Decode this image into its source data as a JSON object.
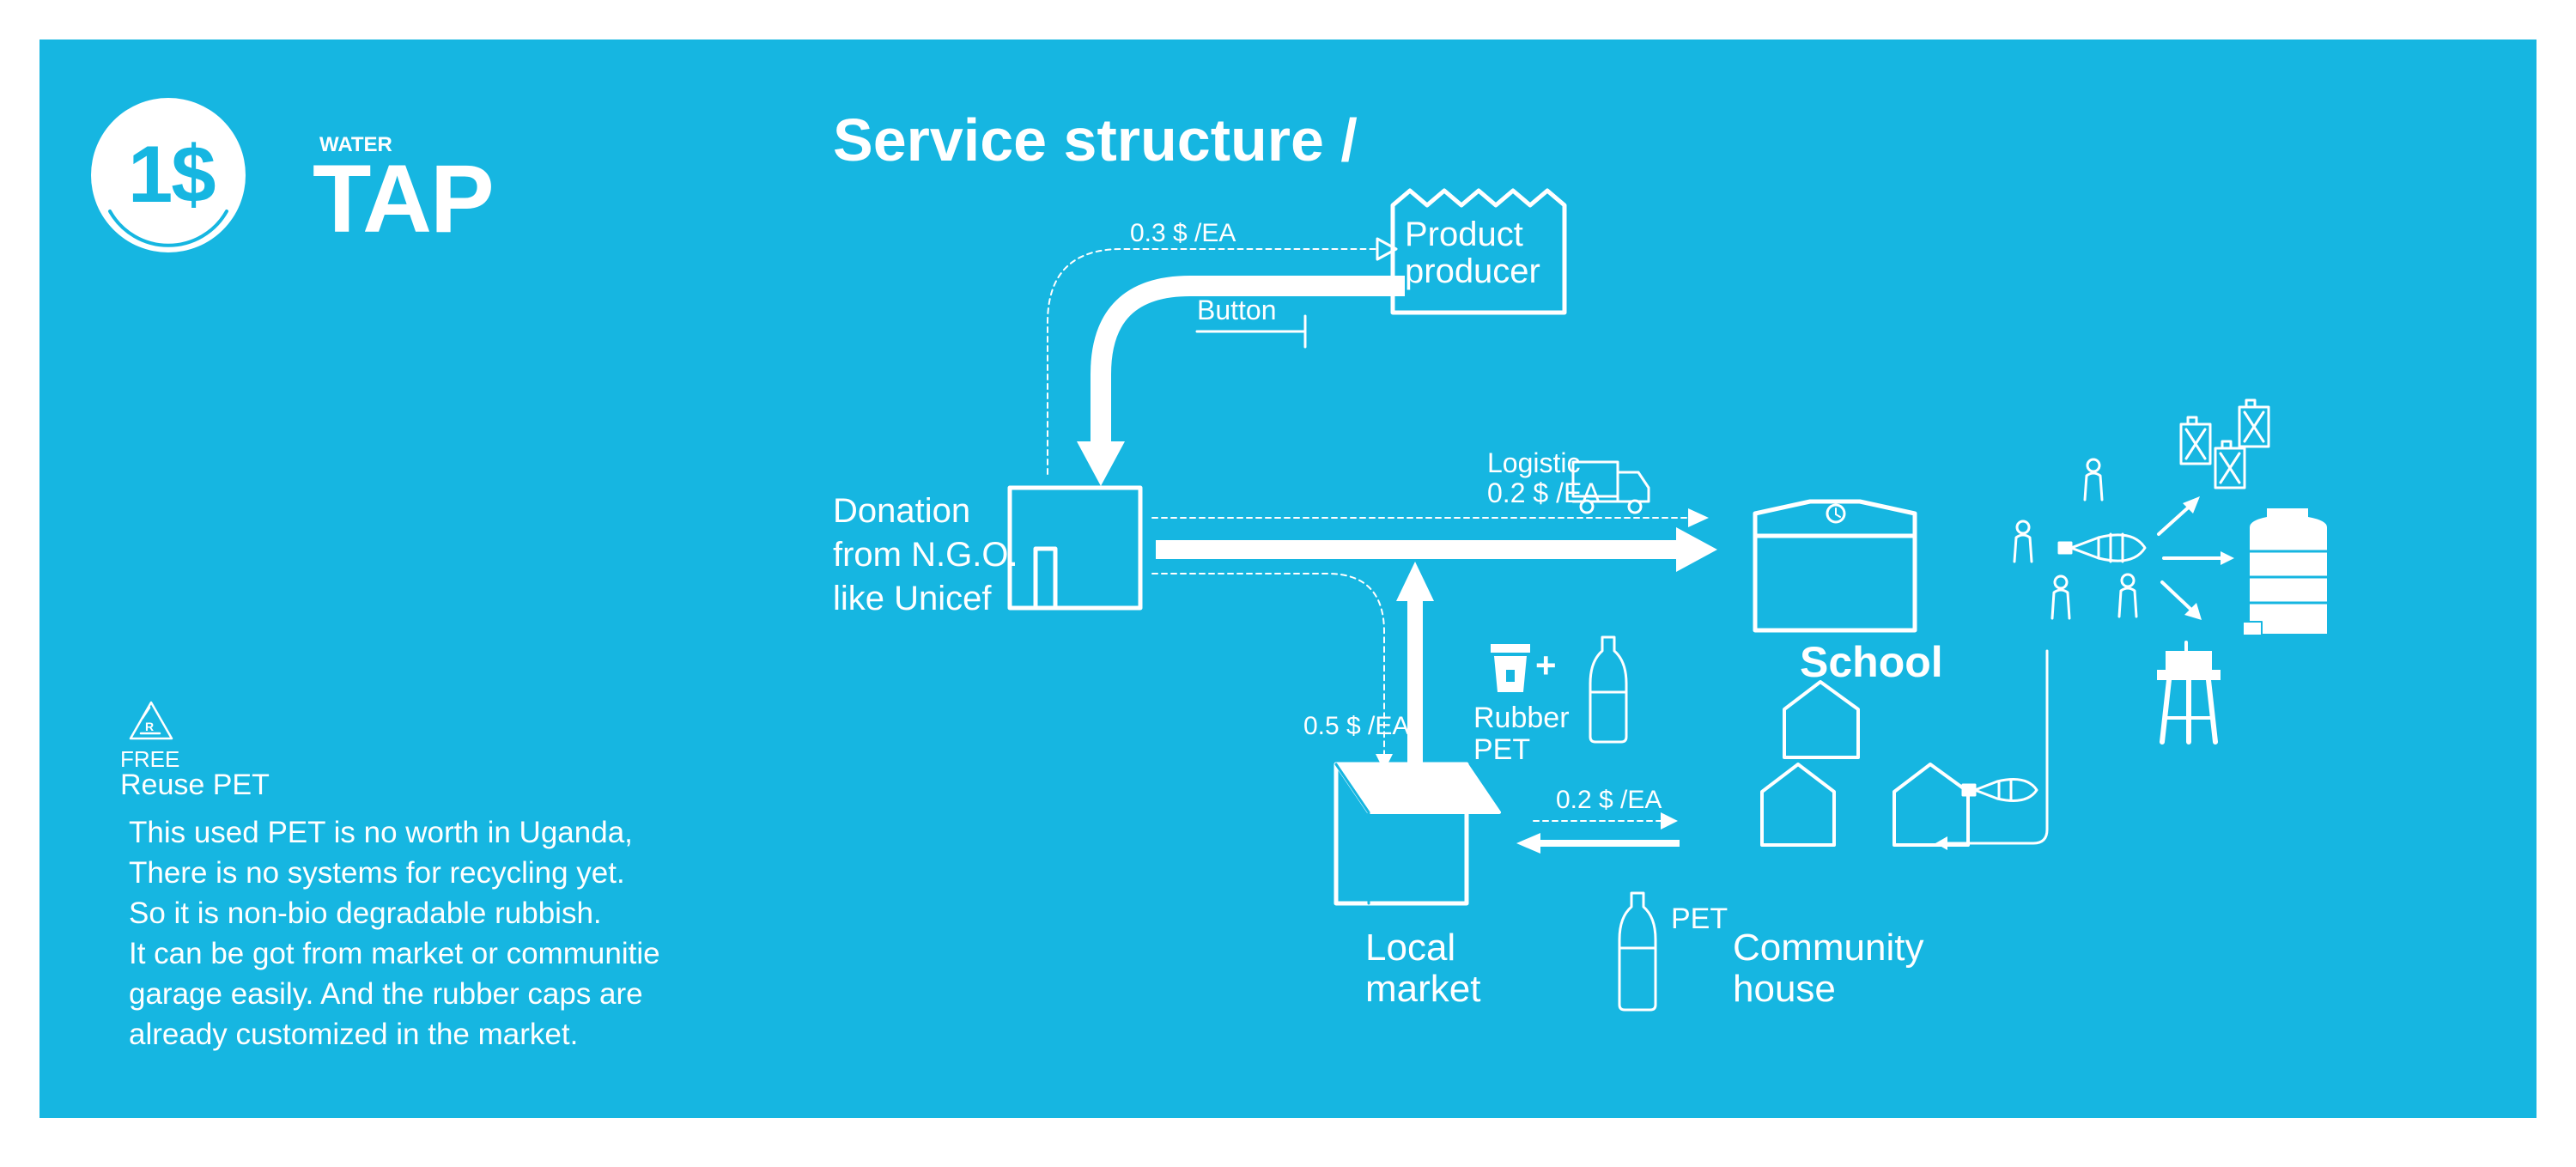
{
  "logo": {
    "price": "1$",
    "small": "WATER",
    "big": "TAP"
  },
  "title": "Service structure /",
  "nodes": {
    "ngo": [
      "Donation",
      "from N.G.O.",
      "like Unicef"
    ],
    "producer": [
      "Product",
      "producer"
    ],
    "school": "School",
    "market": [
      "Local",
      "market"
    ],
    "community": [
      "Community",
      "house"
    ]
  },
  "flows": {
    "ngo_to_producer_price": "0.3 $ /EA",
    "button": "Button",
    "logistic": [
      "Logistic",
      "0.2 $ /EA"
    ],
    "ngo_to_market_price": "0.5 $ /EA",
    "rubber_pet": [
      "Rubber",
      "PET"
    ],
    "plus": "+",
    "community_to_market_price": "0.2 $ /EA",
    "pet": "PET"
  },
  "reuse": {
    "icon_letter": "R",
    "free": "FREE",
    "label": "Reuse PET",
    "description": [
      " This used PET is no worth in Uganda,",
      "There is no systems for recycling yet.",
      "So it is non-bio degradable rubbish.",
      "It can be got from market or communitie",
      "garage easily.  And the rubber caps are",
      "already customized in the market."
    ]
  },
  "colors": {
    "background": "#16b6e1",
    "foreground": "#ffffff",
    "frame": "#ffffff"
  }
}
